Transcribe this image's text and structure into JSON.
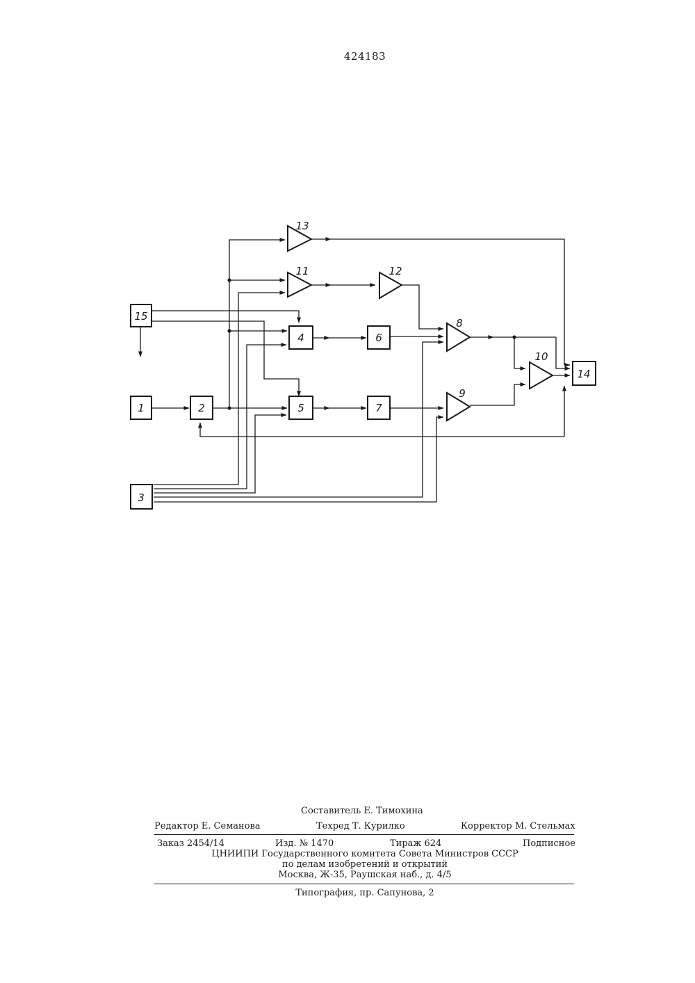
{
  "patent_number": "424183",
  "diagram": {
    "blocks": [
      {
        "id": "b1",
        "label": "1"
      },
      {
        "id": "b2",
        "label": "2"
      },
      {
        "id": "b3",
        "label": "3"
      },
      {
        "id": "b4",
        "label": "4"
      },
      {
        "id": "b5",
        "label": "5"
      },
      {
        "id": "b6",
        "label": "6"
      },
      {
        "id": "b7",
        "label": "7"
      },
      {
        "id": "b14",
        "label": "14"
      },
      {
        "id": "b15",
        "label": "15"
      }
    ],
    "amplifiers": [
      {
        "id": "a8",
        "label": "8"
      },
      {
        "id": "a9",
        "label": "9"
      },
      {
        "id": "a10",
        "label": "10"
      },
      {
        "id": "a11",
        "label": "11"
      },
      {
        "id": "a12",
        "label": "12"
      },
      {
        "id": "a13",
        "label": "13"
      }
    ]
  },
  "imprint": {
    "compiler": "Составитель  Е. Тимохина",
    "editor": "Редактор  Е. Семанова",
    "techred": "Техред  Т. Курилко",
    "corrector": "Корректор  М. Стельмах",
    "order": "Заказ 2454/14",
    "edition": "Изд. № 1470",
    "print_run": "Тираж 624",
    "subscription": "Подписное",
    "institute": "ЦНИИПИ  Государственного комитета Совета Министров СССР",
    "department": "по делам изобретений и открытий",
    "address": "Москва, Ж-35, Раушская наб., д. 4/5",
    "printer": "Типография, пр. Сапунова, 2"
  }
}
